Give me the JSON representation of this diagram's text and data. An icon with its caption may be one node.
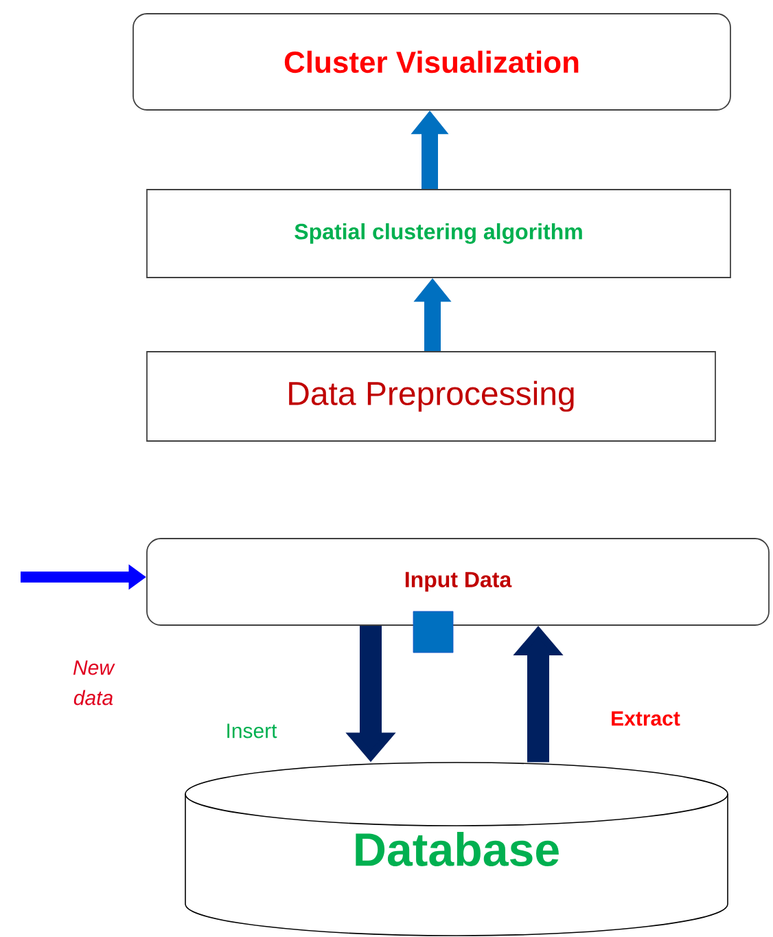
{
  "diagram": {
    "nodes": [
      {
        "text": [
          "Cluster Visualization"
        ]
      },
      {
        "text": [
          "Spatial clustering algorithm"
        ]
      },
      {
        "text": [
          "Data Preprocessing"
        ]
      },
      {
        "text": [
          "Input Data"
        ]
      },
      {
        "text": [
          "Database"
        ]
      }
    ],
    "edges": [
      {
        "from": 1,
        "to": 0,
        "arrow": "to",
        "color": "#0070c0"
      },
      {
        "from": 2,
        "to": 1,
        "arrow": "to",
        "color": "#0070c0"
      },
      {
        "from": null,
        "to": 3,
        "arrow": "to",
        "label": "New data",
        "color": "#0000ff"
      },
      {
        "from": 3,
        "to": 4,
        "arrow": "to",
        "label": "Insert",
        "color": "#002060"
      },
      {
        "from": 4,
        "to": 3,
        "arrow": "to",
        "label": "Extract",
        "color": "#002060"
      }
    ]
  }
}
